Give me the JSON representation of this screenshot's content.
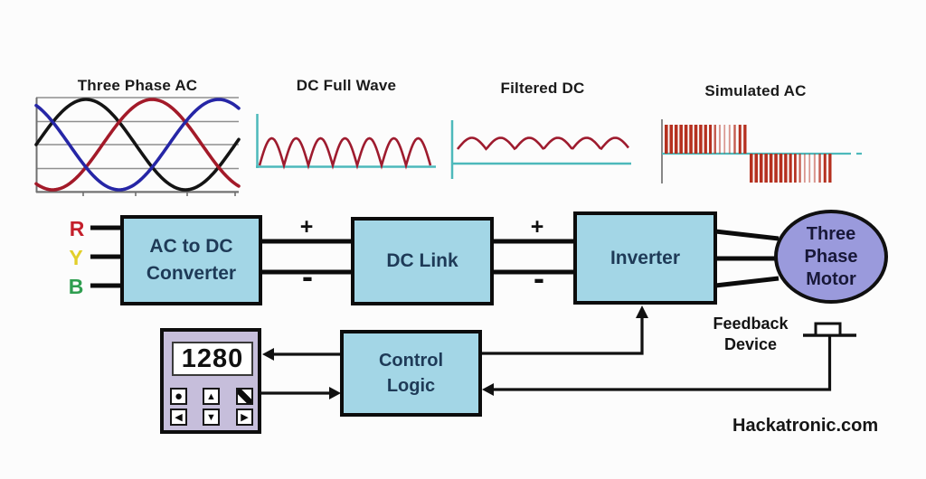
{
  "titles": {
    "three_phase_ac": "Three Phase AC",
    "dc_full_wave": "DC Full Wave",
    "filtered_dc": "Filtered DC",
    "simulated_ac": "Simulated AC"
  },
  "blocks": {
    "converter_line1": "AC to DC",
    "converter_line2": "Converter",
    "dc_link": "DC Link",
    "inverter": "Inverter",
    "control_line1": "Control",
    "control_line2": "Logic"
  },
  "motor": {
    "line1": "Three",
    "line2": "Phase",
    "line3": "Motor"
  },
  "inputs": [
    {
      "label": "R",
      "color": "#c41f2b"
    },
    {
      "label": "Y",
      "color": "#e2cf2a"
    },
    {
      "label": "B",
      "color": "#2f9e50"
    }
  ],
  "bus": {
    "plus": "+",
    "minus": "-"
  },
  "keypad": {
    "display": "1280",
    "buttons": [
      {
        "name": "dot-key",
        "glyph": "●"
      },
      {
        "name": "up-key",
        "glyph": "▲"
      },
      {
        "name": "diag-key",
        "glyph": ""
      },
      {
        "name": "left-key",
        "glyph": "◀"
      },
      {
        "name": "down-key",
        "glyph": "▼"
      },
      {
        "name": "right-key",
        "glyph": "▶"
      }
    ]
  },
  "feedback": {
    "line1": "Feedback",
    "line2": "Device"
  },
  "watermark": "Hackatronic.com",
  "palette": {
    "bg": "#fcfcfc",
    "block_fill": "#a3d6e6",
    "block_border": "#0c0c0c",
    "block_text": "#1e3a57",
    "motor_fill": "#9a9adc",
    "keypad_fill": "#c6bedb",
    "axis_teal": "#4db9bb",
    "wave_red": "#9e1b2e",
    "pwm_red": "#b5301f",
    "line_black": "#0c0c0c"
  },
  "chart_data": [
    {
      "id": "three-phase-ac",
      "type": "line",
      "title": "Three Phase AC",
      "waveform": "three-phase-sine",
      "amplitude": 1,
      "cycles_shown": 1.02,
      "gridlines": 5,
      "x_ticks": 4,
      "series": [
        {
          "name": "phase-1",
          "color": "#141414",
          "phase_deg": 0
        },
        {
          "name": "phase-2",
          "color": "#a31a29",
          "phase_deg": -120
        },
        {
          "name": "phase-3",
          "color": "#2626a6",
          "phase_deg": -240
        }
      ]
    },
    {
      "id": "dc-full-wave",
      "type": "line",
      "title": "DC Full Wave",
      "waveform": "full-wave-rectified",
      "humps": 7,
      "color": "#9e1b2e",
      "axis_color": "#4db9bb"
    },
    {
      "id": "filtered-dc",
      "type": "line",
      "title": "Filtered DC",
      "waveform": "dc-with-ripple",
      "ripple_humps": 6,
      "color": "#9e1b2e",
      "axis_color": "#4db9bb"
    },
    {
      "id": "simulated-ac",
      "type": "pwm",
      "title": "Simulated AC",
      "color": "#b5301f",
      "axis_color": "#4db9bb",
      "bar_pitch": 5.45,
      "positive_bar_widths": [
        3.6,
        3.6,
        3.6,
        3.6,
        3.6,
        3.6,
        3.6,
        3.5,
        3.3,
        3.0,
        2.5,
        2.0,
        1.7,
        1.9,
        2.4,
        3.0,
        3.3
      ],
      "negative_bar_widths": [
        3.5,
        3.6,
        3.6,
        3.6,
        3.6,
        3.6,
        3.6,
        3.4,
        3.1,
        2.7,
        2.2,
        1.8,
        1.7,
        2.0,
        2.5,
        3.0,
        3.3
      ]
    }
  ]
}
